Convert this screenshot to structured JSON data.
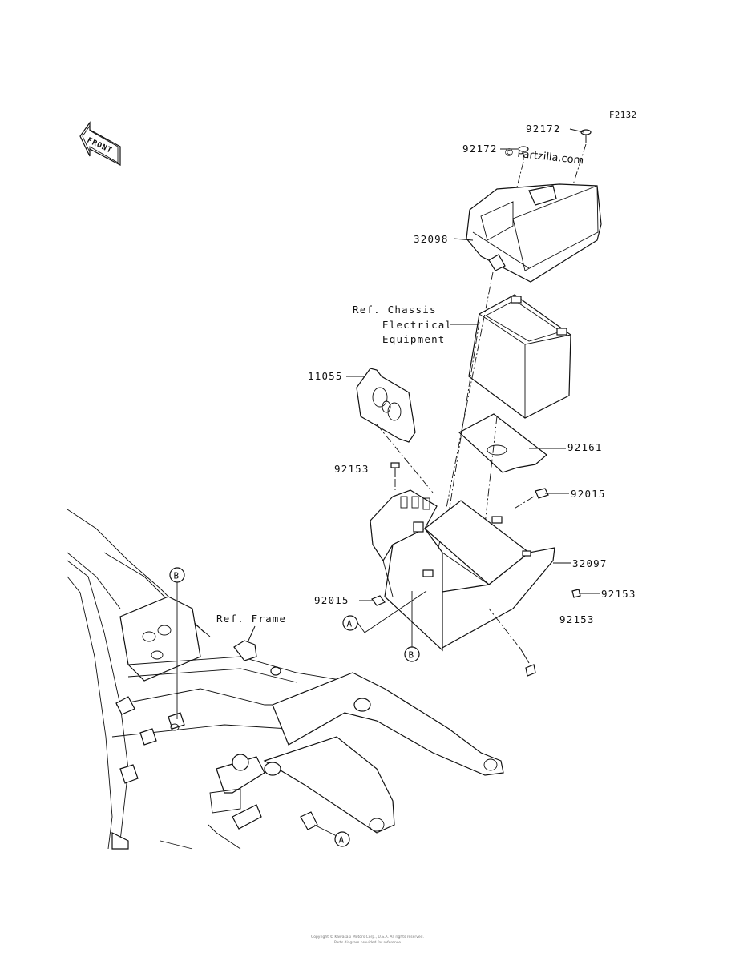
{
  "figure_code": "F2132",
  "watermark": "© Partzilla.com",
  "front_label": "FRONT",
  "parts": {
    "p92172_top": "92172",
    "p92172_left": "92172",
    "p32098": "32098",
    "p11055": "11055",
    "p92161": "92161",
    "p92153_upper": "92153",
    "p92015_right": "92015",
    "p32097": "32097",
    "p92153_right": "92153",
    "p92153_lower": "92153",
    "p92015_left": "92015"
  },
  "ref_chassis": [
    "Ref. Chassis",
    "Electrical",
    "Equipment"
  ],
  "ref_frame": "Ref. Frame",
  "callouts": {
    "a": "A",
    "b": "B"
  },
  "footer": {
    "line1": "Copyright © Kawasaki Motors Corp., U.S.A. All rights reserved.",
    "line2": "Parts diagram provided for reference"
  }
}
